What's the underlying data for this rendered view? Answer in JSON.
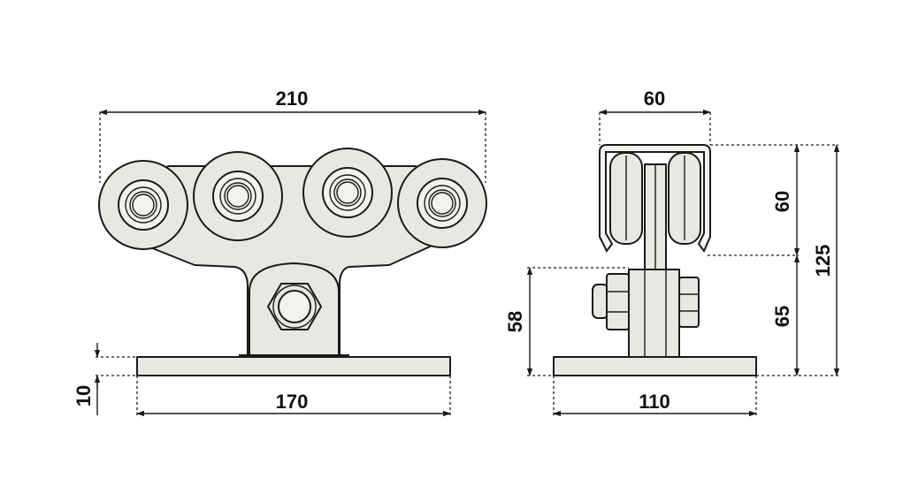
{
  "dimensions": {
    "front_width": "210",
    "front_base_width": "170",
    "front_base_thickness": "10",
    "side_width": "60",
    "side_base_width": "110",
    "side_carriage_height": "60",
    "side_lower_height": "65",
    "side_total_height": "125",
    "side_bracket_height": "58"
  },
  "colors": {
    "part_fill": "#e8e8e3",
    "outline": "#1a1a1a",
    "background": "#ffffff"
  }
}
